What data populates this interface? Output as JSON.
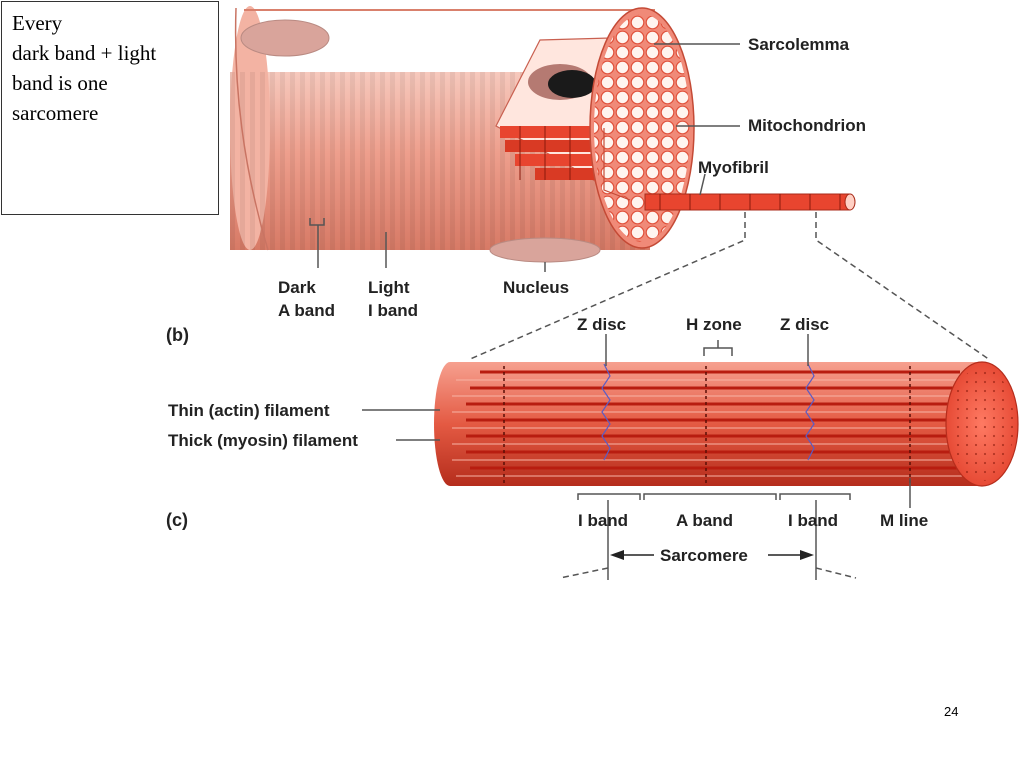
{
  "note": {
    "lines": [
      "Every",
      "dark band + light",
      "band is one",
      "sarcomere"
    ]
  },
  "page_number": "24",
  "panel_b": {
    "tag": "(b)",
    "labels": {
      "sarcolemma": "Sarcolemma",
      "mitochondrion": "Mitochondrion",
      "myofibril": "Myofibril",
      "dark_1": "Dark",
      "dark_2": "A band",
      "light_1": "Light",
      "light_2": "I band",
      "nucleus": "Nucleus"
    }
  },
  "panel_c": {
    "tag": "(c)",
    "labels": {
      "z_disc_left": "Z disc",
      "h_zone": "H zone",
      "z_disc_right": "Z disc",
      "thin_filament": "Thin (actin) filament",
      "thick_filament": "Thick (myosin) filament",
      "i_band_left": "I band",
      "a_band": "A band",
      "i_band_right": "I band",
      "m_line": "M line",
      "sarcomere": "Sarcomere"
    }
  },
  "colors": {
    "fiber_light": "#f2b3a4",
    "fiber_dark": "#d9806c",
    "myofibril_red": "#e8452f",
    "filament_dark": "#b81d10",
    "label_line": "#555555"
  }
}
